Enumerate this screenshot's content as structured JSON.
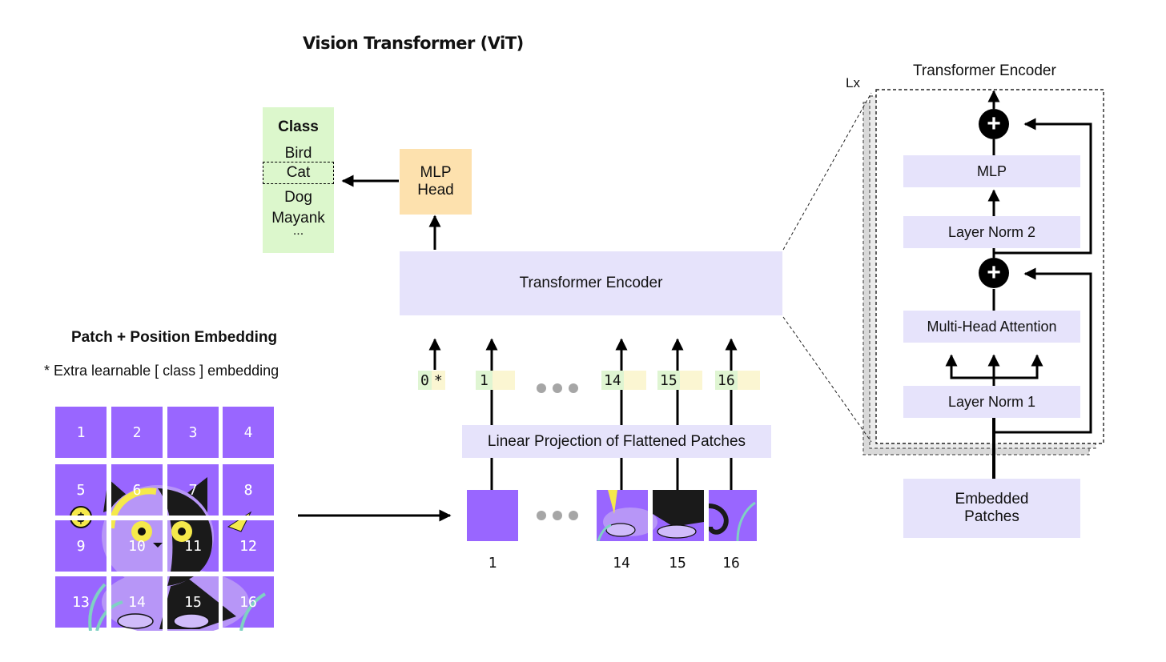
{
  "title": "Vision Transformer (ViT)",
  "class_box": {
    "heading": "Class",
    "items": [
      "Bird",
      "Cat",
      "Dog",
      "Mayank",
      "..."
    ]
  },
  "mlp_head": {
    "line1": "MLP",
    "line2": "Head"
  },
  "transformer_encoder_main": "Transformer Encoder",
  "embedding": {
    "heading": "Patch + Position Embedding",
    "note": "* Extra learnable [ class ] embedding"
  },
  "tokens": [
    {
      "pos": "0",
      "extra": "*"
    },
    {
      "pos": "1",
      "extra": ""
    },
    {
      "pos": "14",
      "extra": ""
    },
    {
      "pos": "15",
      "extra": ""
    },
    {
      "pos": "16",
      "extra": ""
    }
  ],
  "linear_projection": "Linear Projection of Flattened Patches",
  "patch_grid": [
    "1",
    "2",
    "3",
    "4",
    "5",
    "6",
    "7",
    "8",
    "9",
    "10",
    "11",
    "12",
    "13",
    "14",
    "15",
    "16"
  ],
  "patch_labels": [
    "1",
    "14",
    "15",
    "16"
  ],
  "encoder_detail": {
    "title": "Transformer Encoder",
    "repeat": "Lx",
    "mlp": "MLP",
    "norm2": "Layer Norm 2",
    "attention": "Multi-Head Attention",
    "norm1": "Layer Norm 1",
    "plus": "+"
  },
  "embedded_patches": {
    "line1": "Embedded",
    "line2": "Patches"
  },
  "colors": {
    "patch": "#9966ff",
    "lavender": "#e6e3fb",
    "class_bg": "#dcf7cc",
    "mlp_head_bg": "#fde1ae",
    "token_pos_bg": "#dff5d2",
    "token_emb_bg": "#fbf6d2",
    "dots": "#a6a6a6"
  }
}
